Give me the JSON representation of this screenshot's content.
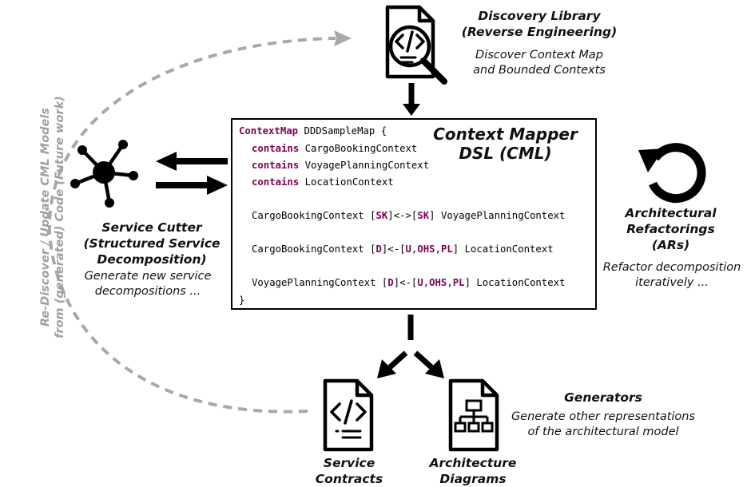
{
  "discovery": {
    "title_line1": "Discovery Library",
    "title_line2": "(Reverse Engineering)",
    "desc_line1": "Discover Context Map",
    "desc_line2": "and Bounded Contexts"
  },
  "cml": {
    "title_line1": "Context Mapper",
    "title_line2": "DSL (CML)",
    "code": {
      "l1_kw": "ContextMap",
      "l1_rest": " DDDSampleMap {",
      "contains_kw": "contains",
      "ctx1": " CargoBookingContext",
      "ctx2": " VoyagePlanningContext",
      "ctx3": " LocationContext",
      "rel1_a": "CargoBookingContext [",
      "rel1_sk1": "SK",
      "rel1_mid": "]<->[",
      "rel1_sk2": "SK",
      "rel1_b": "] VoyagePlanningContext",
      "rel2_a": "CargoBookingContext [",
      "rel2_d": "D",
      "rel2_mid": "]<-[",
      "rel2_u": "U",
      "comma": ",",
      "rel2_ohs": "OHS",
      "rel2_pl": "PL",
      "rel2_b": "] LocationContext",
      "rel3_a": "VoyagePlanningContext [",
      "rel3_b": "] LocationContext",
      "close": "}"
    }
  },
  "service_cutter": {
    "title_line1": "Service Cutter",
    "title_line2": "(Structured Service",
    "title_line3": "Decomposition)",
    "desc_line1": "Generate new service",
    "desc_line2": "decompositions ..."
  },
  "refactorings": {
    "title_line1": "Architectural",
    "title_line2": "Refactorings",
    "title_line3": "(ARs)",
    "desc_line1": "Refactor decomposition",
    "desc_line2": "iteratively ..."
  },
  "generators": {
    "title": "Generators",
    "desc_line1": "Generate other representations",
    "desc_line2": "of the architectural model"
  },
  "outputs": {
    "contracts_line1": "Service",
    "contracts_line2": "Contracts",
    "diagrams_line1": "Architecture",
    "diagrams_line2": "Diagrams"
  },
  "future_work": {
    "line1": "Re-Discover / Update CML Models",
    "line2": "from (generated) Code (Future work)"
  },
  "colors": {
    "keyword": "#7f0055",
    "dashed_arrow": "#a8a8a8",
    "future_text": "#a0a0a0"
  },
  "icons": [
    "code-document-magnifier-icon",
    "network-hub-icon",
    "refresh-cycle-icon",
    "code-document-icon",
    "diagram-document-icon"
  ]
}
